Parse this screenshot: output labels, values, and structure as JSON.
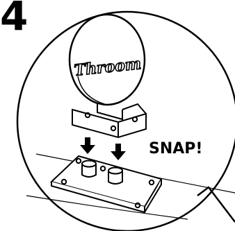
{
  "step_number": "4",
  "brand_logo_text": "Throom",
  "callout_text": "SNAP!",
  "icons": [
    "arrow-down-icon",
    "arrow-down-icon"
  ],
  "colors": {
    "ink": "#000000",
    "paper": "#ffffff"
  }
}
